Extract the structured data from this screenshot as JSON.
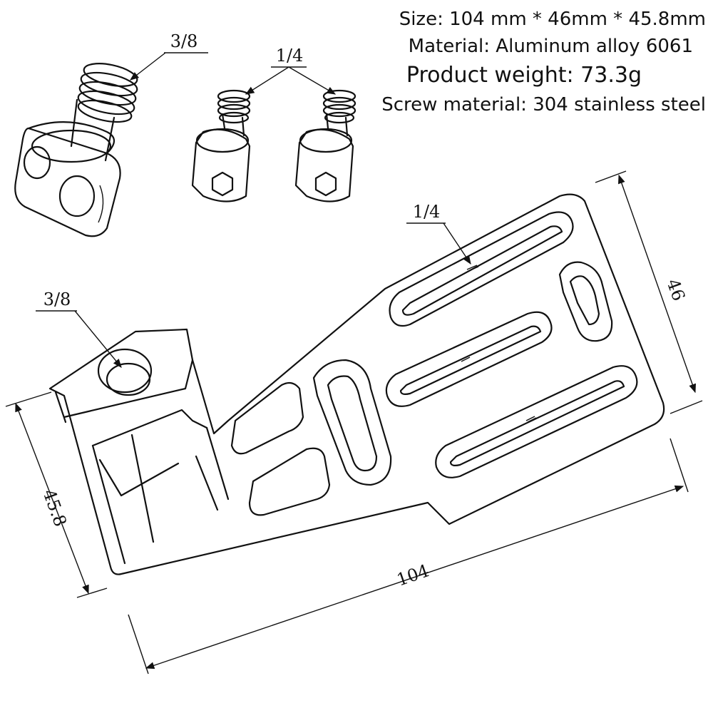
{
  "specs": {
    "size": "Size: 104 mm * 46mm * 45.8mm",
    "material": "Material: Aluminum alloy 6061",
    "weight": "Product weight: 73.3g",
    "screw_material": "Screw material: 304 stainless steel"
  },
  "callouts": {
    "top_screw_38": "3/8",
    "top_screws_14": "1/4",
    "plate_slot_14": "1/4",
    "plate_hole_38": "3/8"
  },
  "dimensions": {
    "width": "46",
    "height": "45.8",
    "length": "104"
  },
  "colors": {
    "line": "#111111",
    "background": "#ffffff"
  }
}
